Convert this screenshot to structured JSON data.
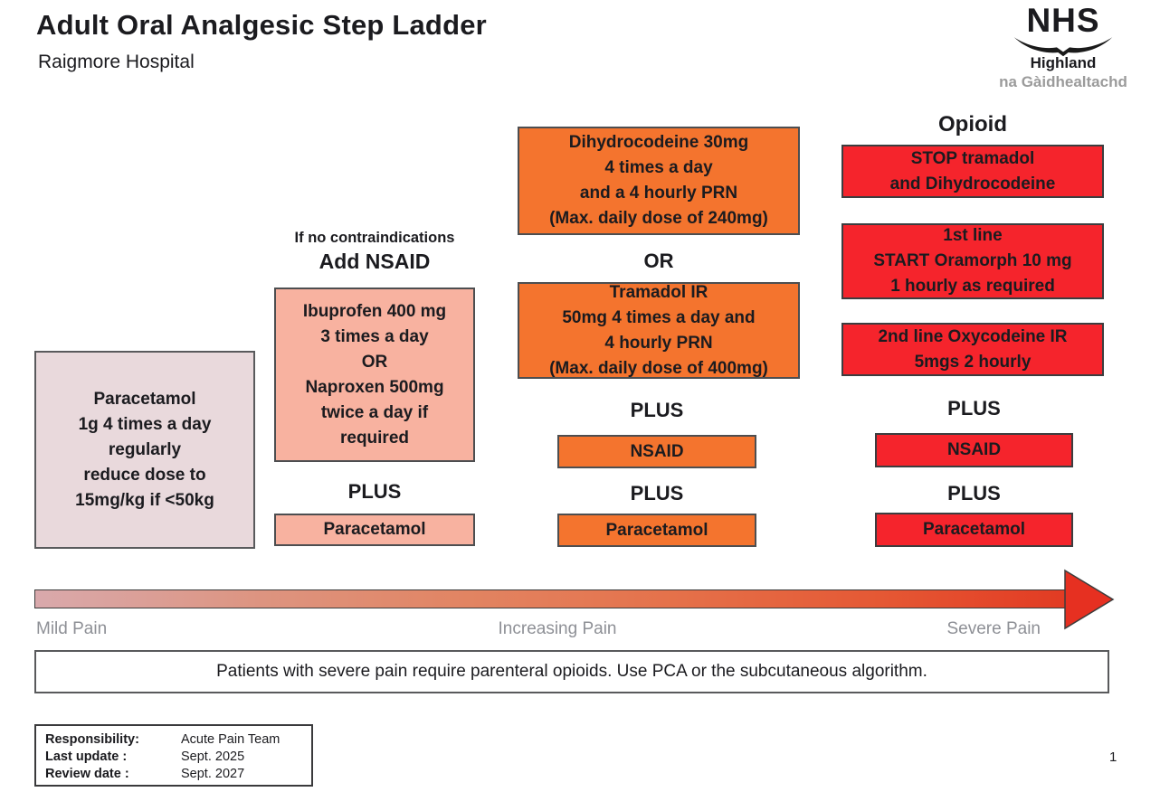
{
  "header": {
    "title": "Adult Oral Analgesic Step Ladder",
    "subtitle": "Raigmore Hospital",
    "logo": {
      "nhs": "NHS",
      "region": "Highland",
      "gaelic": "na Gàidhealtachd"
    }
  },
  "labels": {
    "plus": "PLUS",
    "or": "OR"
  },
  "colors": {
    "step1": "#e9d9dc",
    "step2": "#f8b2a0",
    "step3": "#f4742e",
    "step4": "#f5242c",
    "arrow_start": "#d9a9ac",
    "arrow_end": "#e23b23"
  },
  "step1": {
    "box": {
      "lines": [
        "Paracetamol",
        "1g 4 times a day",
        "regularly",
        "reduce dose to",
        "15mg/kg if <50kg"
      ]
    }
  },
  "step2": {
    "header_small": "If no contraindications",
    "header": "Add NSAID",
    "nsaid_detail_box": {
      "lines": [
        "Ibuprofen 400 mg",
        "3 times a day",
        "OR",
        "Naproxen 500mg",
        "twice a day if",
        "required"
      ]
    },
    "paracetamol_box": "Paracetamol"
  },
  "step3": {
    "dihydrocodeine_box": {
      "lines": [
        "Dihydrocodeine 30mg",
        "4 times a day",
        "and a 4 hourly PRN",
        "(Max. daily dose of 240mg)"
      ]
    },
    "tramadol_box": {
      "lines": [
        "Tramadol IR",
        "50mg 4 times a day and",
        "4 hourly PRN",
        "(Max. daily dose of 400mg)"
      ]
    },
    "nsaid_box": "NSAID",
    "paracetamol_box": "Paracetamol"
  },
  "step4": {
    "header": "Opioid",
    "stop_box": {
      "lines": [
        "STOP tramadol",
        "and Dihydrocodeine"
      ]
    },
    "first_line_box": {
      "lines": [
        "1st line",
        "START Oramorph 10 mg",
        "1 hourly as required"
      ]
    },
    "second_line_box": {
      "lines": [
        "2nd line Oxycodeine IR",
        "5mgs 2 hourly"
      ]
    },
    "nsaid_box": "NSAID",
    "paracetamol_box": "Paracetamol"
  },
  "pain_scale": {
    "mild": "Mild Pain",
    "increasing": "Increasing Pain",
    "severe": "Severe Pain"
  },
  "notice": "Patients with severe pain require parenteral opioids. Use PCA or the subcutaneous algorithm.",
  "footer": {
    "rows": [
      {
        "label": "Responsibility:",
        "value": "Acute Pain Team"
      },
      {
        "label": "Last update :",
        "value": "Sept. 2025"
      },
      {
        "label": "Review date :",
        "value": "Sept. 2027"
      }
    ],
    "page_number": "1"
  }
}
